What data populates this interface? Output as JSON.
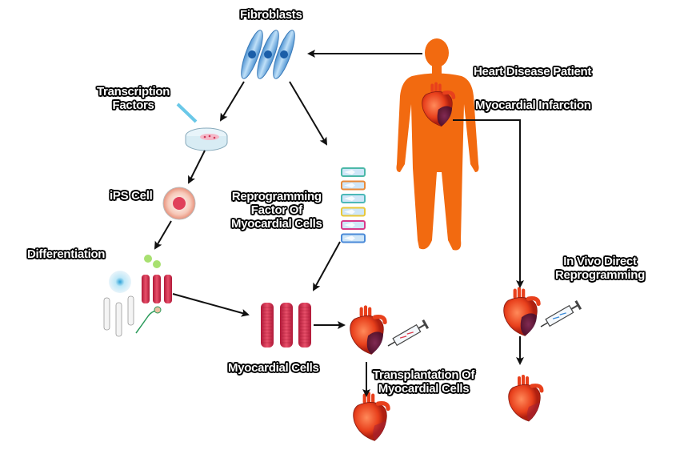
{
  "diagram": {
    "labels": {
      "fibroblasts": "Fibroblasts",
      "transcription_factors_line1": "Transcription",
      "transcription_factors_line2": "Factors",
      "ips_cell": "iPS Cell",
      "differentiation": "Differentiation",
      "reprogramming_factor_line1": "Reprogramming",
      "reprogramming_factor_line2": "Factor Of",
      "reprogramming_factor_line3": "Myocardial Cells",
      "heart_disease_patient": "Heart Disease Patient",
      "myocardial_infarction": "Myocardial Infarction",
      "in_vivo_line1": "In Vivo Direct",
      "in_vivo_line2": "Reprogramming",
      "myocardial_cells": "Myocardial Cells",
      "transplantation_line1": "Transplantation Of",
      "transplantation_line2": "Myocardial Cells"
    },
    "colors": {
      "body": "#f26a10",
      "heart": "#e8401c",
      "infarct": "#6a1f4a",
      "myocyte": "#d42a4a",
      "fibroblast": "#7ab8e8",
      "arrow": "#111111"
    },
    "factor_vial_borders": [
      "#4cb8a8",
      "#e88a3a",
      "#4cb8b8",
      "#e8c83a",
      "#d83a8a",
      "#4a8ad8"
    ]
  }
}
